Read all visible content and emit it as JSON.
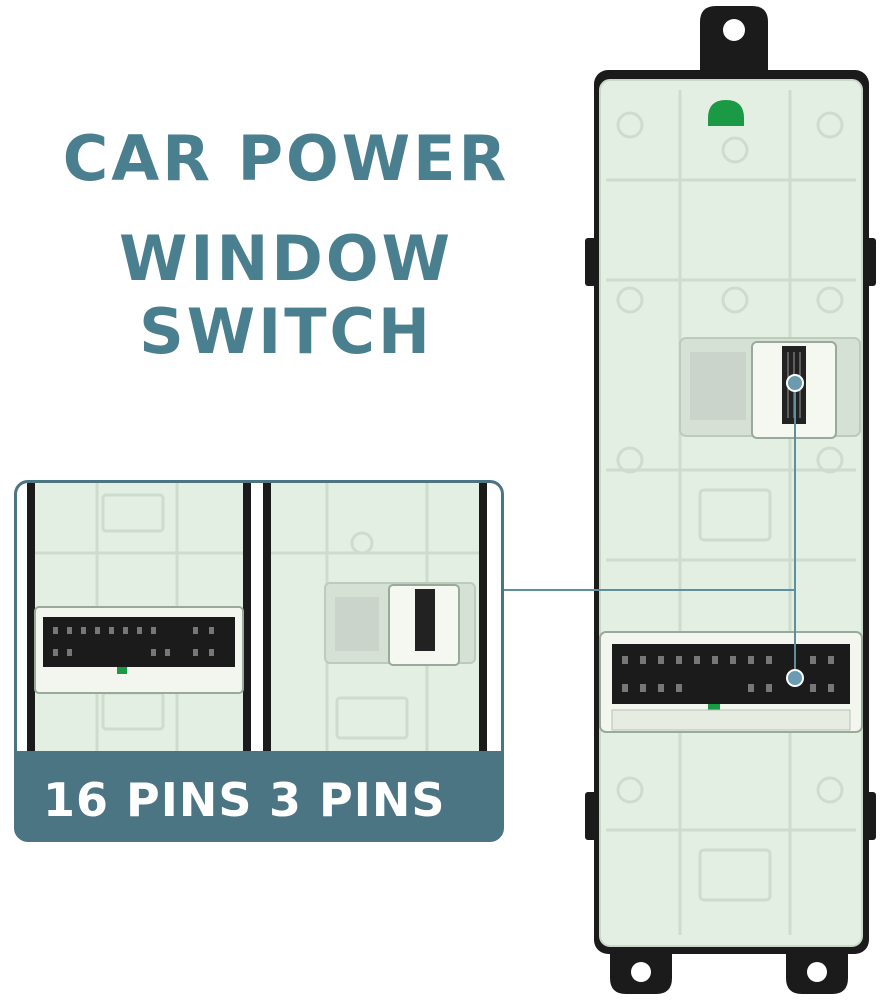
{
  "headline": {
    "line1": "CAR POWER",
    "line2": "WINDOW SWITCH"
  },
  "inset": {
    "label_left": "16 PINS",
    "label_right": "3 PINS"
  },
  "colors": {
    "headline": "#4a7f8f",
    "banner": "#4c7584",
    "switch_body": "#e4efe4",
    "housing": "#1b1b1b",
    "indicator": "#1a9a45",
    "callout": "#5d8fa0"
  }
}
